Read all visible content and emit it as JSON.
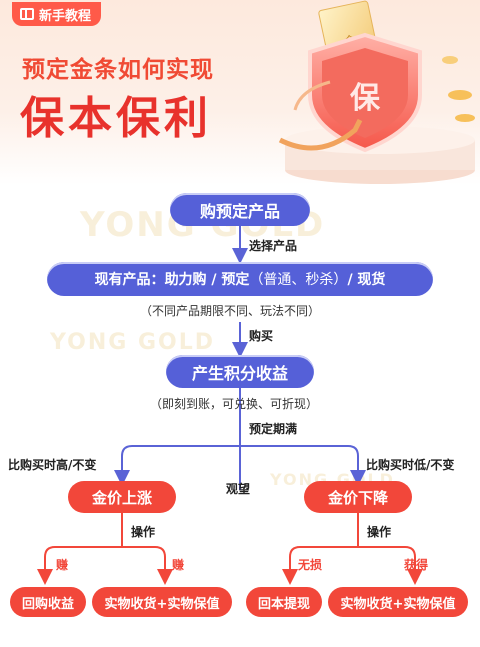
{
  "header": {
    "badge_label": "新手教程",
    "subtitle": "预定金条如何实现",
    "headline": "保本保利"
  },
  "watermark": {
    "text": "YONG GOLD"
  },
  "flow": {
    "step1": "购预定产品",
    "edge1": "选择产品",
    "step2": {
      "prefix": "现有产品：",
      "items": "助力购 / 预定",
      "paren": "（普通、秒杀）",
      "suffix": " / 现货"
    },
    "note2": "（不同产品期限不同、玩法不同）",
    "edge2": "购买",
    "step3": "产生积分收益",
    "note3": "（即刻到账，可兑换、可折现）",
    "edge3": "预定期满",
    "left_condition": "比购买时高/不变",
    "right_condition": "比购买时低/不变",
    "middle_label": "观望",
    "left_outcome": "金价上涨",
    "right_outcome": "金价下降",
    "left_action": "操作",
    "right_action": "操作",
    "ll_edge": "赚",
    "lr_edge": "赚",
    "rl_edge": "无损",
    "rr_edge": "获得",
    "result_ll": "回购收益",
    "result_lr": "实物收货+实物保值",
    "result_rl": "回本提现",
    "result_rr": "实物收货+实物保值"
  },
  "colors": {
    "blue": "#5560d8",
    "red": "#f2473a",
    "connector_blue": "#5a63d6",
    "connector_red": "#f2473a"
  }
}
